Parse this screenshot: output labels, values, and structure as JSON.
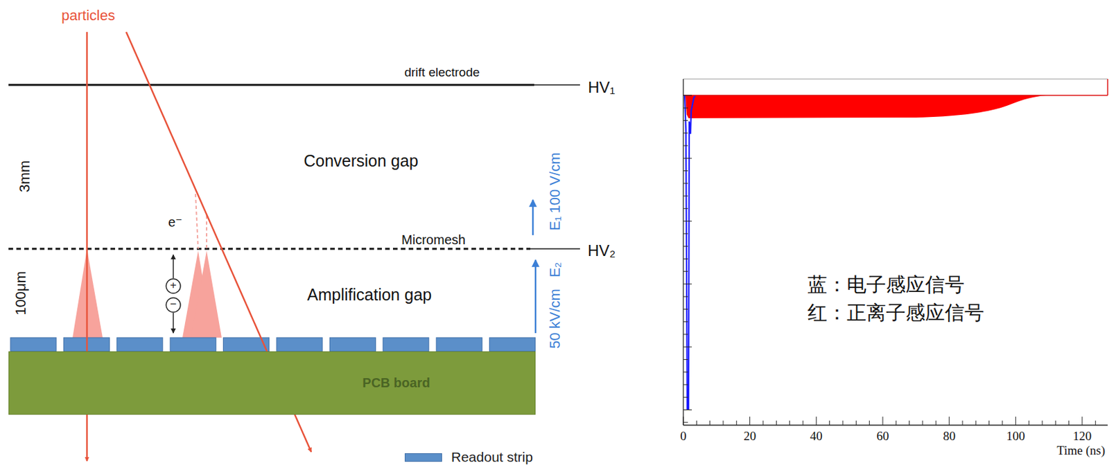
{
  "diagram": {
    "nodes": [
      {
        "text": [
          "PCB board"
        ]
      }
    ],
    "labels": [
      "particles",
      "drift electrode",
      "HV₁",
      "3mm",
      "Conversion gap",
      "e⁻",
      "E₁",
      "100 V/cm",
      "Micromesh",
      "HV₂",
      "100μm",
      "+",
      "−",
      "Amplification gap",
      "E₂",
      "50 kV/cm",
      "0",
      "20",
      "40",
      "60",
      "80",
      "100",
      "120",
      "Time (ns)",
      "蓝：电子感应信号",
      "红：正离子感应信号"
    ],
    "legend": [
      {
        "text": "Readout strip",
        "color": "#5b8fc9"
      }
    ]
  }
}
